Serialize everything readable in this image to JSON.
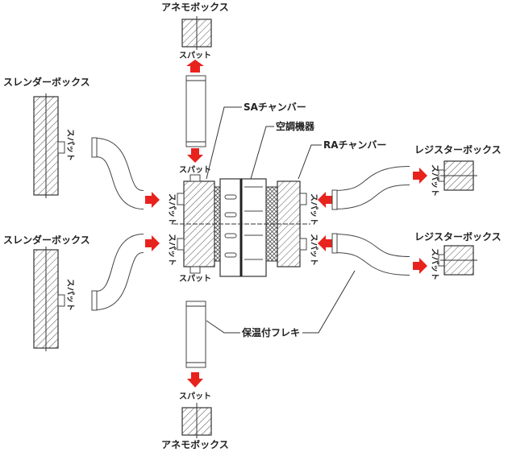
{
  "labels": {
    "anemo_top": "アネモボックス",
    "anemo_bottom": "アネモボックス",
    "slender_top": "スレンダーボックス",
    "slender_bottom": "スレンダーボックス",
    "register_top": "レジスターボックス",
    "register_bottom": "レジスターボックス",
    "sa_chamber": "SAチャンバー",
    "ac_unit": "空調機器",
    "ra_chamber": "RAチャンバー",
    "flex": "保温付フレキ",
    "spat": "スパット"
  },
  "colors": {
    "arrow": "#e8231e"
  }
}
